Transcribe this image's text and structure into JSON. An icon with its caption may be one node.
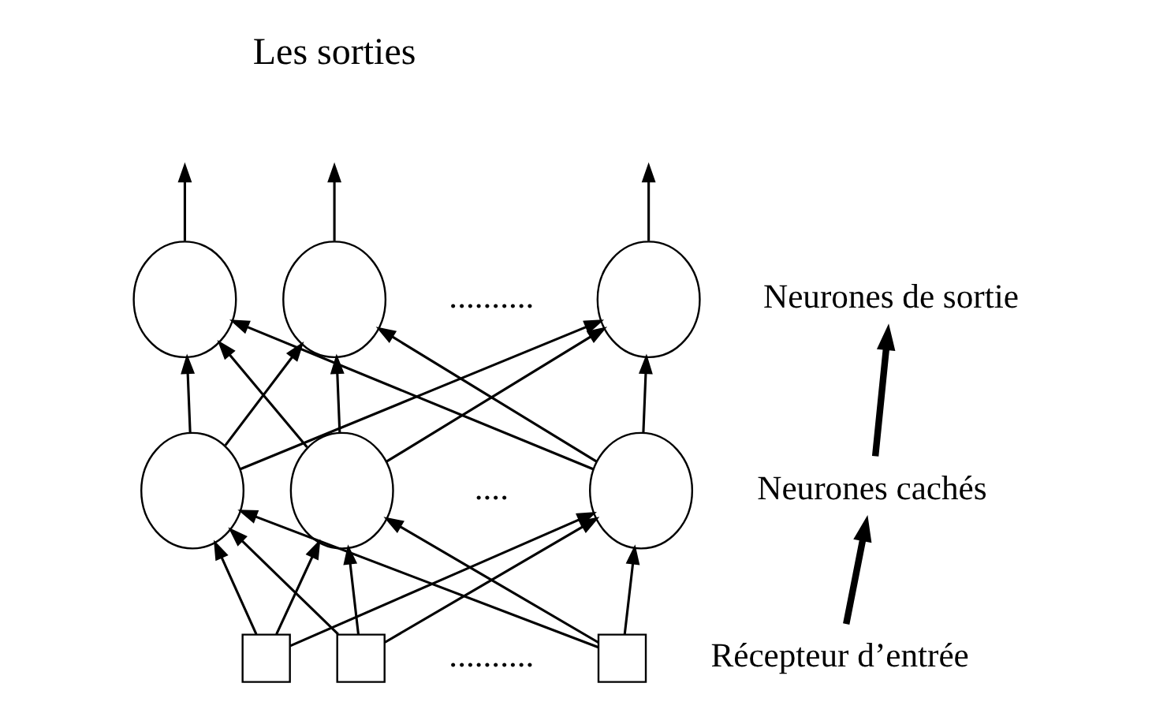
{
  "diagram": {
    "nodes": [
      {
        "text": [],
        "shape": "circle"
      },
      {
        "text": [],
        "shape": "circle"
      },
      {
        "text": [],
        "shape": "circle"
      },
      {
        "text": [],
        "shape": "circle"
      },
      {
        "text": [],
        "shape": "circle"
      },
      {
        "text": [],
        "shape": "circle"
      },
      {
        "text": [],
        "shape": "box"
      },
      {
        "text": [],
        "shape": "box"
      },
      {
        "text": [],
        "shape": "box"
      },
      {
        "text": [
          "Neurones de sortie"
        ]
      },
      {
        "text": [
          "Neurones cachés"
        ]
      },
      {
        "text": [
          "Récepteur d’entrée"
        ]
      }
    ],
    "edges": [
      {
        "from": 0,
        "to": null,
        "arrow": "to"
      },
      {
        "from": 1,
        "to": null,
        "arrow": "to"
      },
      {
        "from": 2,
        "to": null,
        "arrow": "to"
      },
      {
        "from": 3,
        "to": 0,
        "arrow": "to"
      },
      {
        "from": 3,
        "to": 1,
        "arrow": "to"
      },
      {
        "from": 3,
        "to": 2,
        "arrow": "to"
      },
      {
        "from": 4,
        "to": 0,
        "arrow": "to"
      },
      {
        "from": 4,
        "to": 1,
        "arrow": "to"
      },
      {
        "from": 4,
        "to": 2,
        "arrow": "to"
      },
      {
        "from": 5,
        "to": 0,
        "arrow": "to"
      },
      {
        "from": 5,
        "to": 1,
        "arrow": "to"
      },
      {
        "from": 5,
        "to": 2,
        "arrow": "to"
      },
      {
        "from": 6,
        "to": 3,
        "arrow": "to"
      },
      {
        "from": 6,
        "to": 4,
        "arrow": "to"
      },
      {
        "from": 6,
        "to": 5,
        "arrow": "to"
      },
      {
        "from": 7,
        "to": 3,
        "arrow": "to"
      },
      {
        "from": 7,
        "to": 4,
        "arrow": "to"
      },
      {
        "from": 7,
        "to": 5,
        "arrow": "to"
      },
      {
        "from": 8,
        "to": 3,
        "arrow": "to"
      },
      {
        "from": 8,
        "to": 4,
        "arrow": "to"
      },
      {
        "from": 8,
        "to": 5,
        "arrow": "to"
      },
      {
        "from": 10,
        "to": 9,
        "arrow": "to",
        "style": "thick"
      },
      {
        "from": 11,
        "to": 10,
        "arrow": "to",
        "style": "thick"
      }
    ],
    "labels": [
      "Les sorties",
      "..........",
      "....",
      ".........."
    ]
  }
}
